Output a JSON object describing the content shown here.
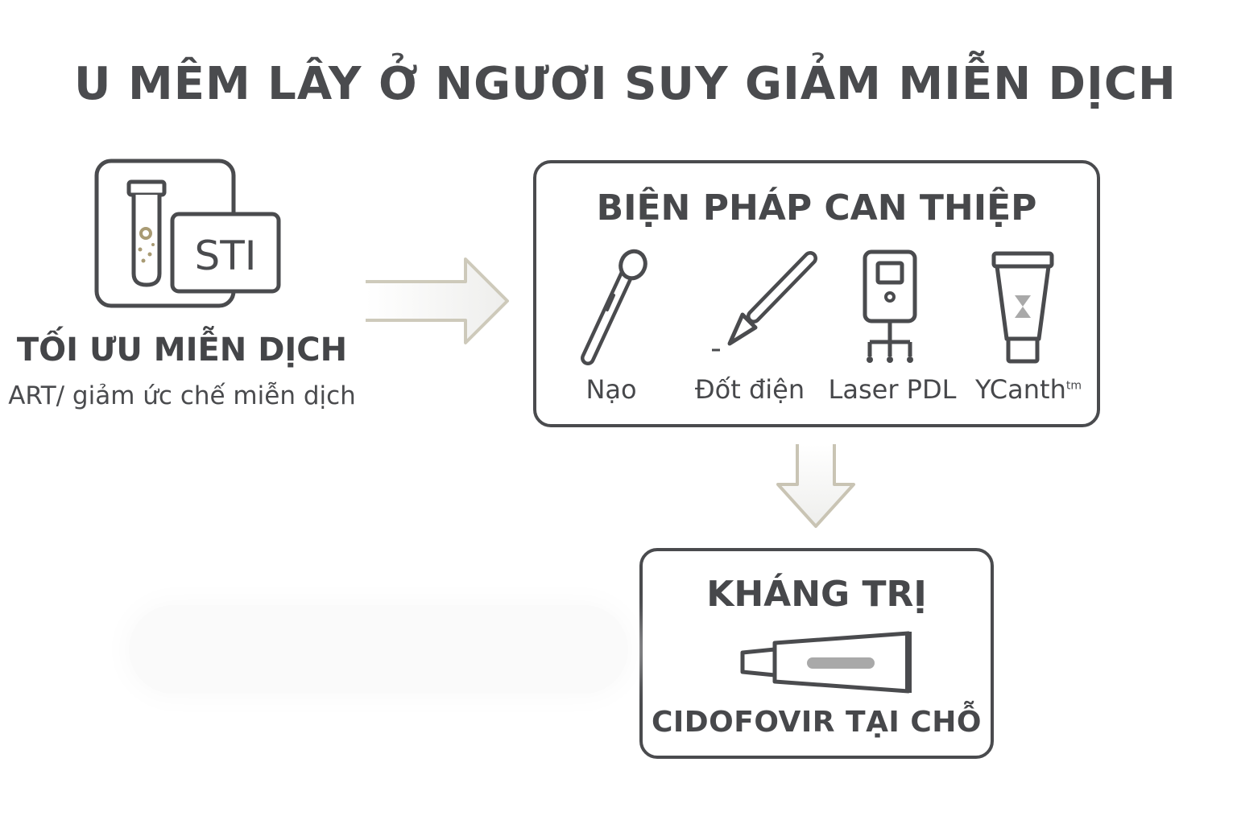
{
  "title": "U MÊM LÂY Ở NGƯƠI SUY GIẢM MIỄN DỊCH",
  "left": {
    "badge_text": "STI",
    "heading": "TỐI ƯU MIỄN DỊCH",
    "subtext": "ART/ giảm ức chế miễn dịch"
  },
  "interventions": {
    "heading": "BIỆN PHÁP CAN THIỆP",
    "tools": [
      {
        "label": "Nạo",
        "icon": "curette-icon"
      },
      {
        "label": "Đốt điện",
        "icon": "cautery-pen-icon"
      },
      {
        "label": "Laser PDL",
        "icon": "laser-device-icon"
      },
      {
        "label": "YCanth",
        "sup": "tm",
        "icon": "ointment-tube-icon"
      }
    ]
  },
  "resistant": {
    "heading": "KHÁNG TRỊ",
    "label": "CIDOFOVIR TẠI CHỖ",
    "icon": "topical-tube-icon"
  },
  "colors": {
    "outline": "#4a4b4e",
    "arrow_accent": "#c9c4b4",
    "arrow_gradient": "#f0f0ee"
  }
}
